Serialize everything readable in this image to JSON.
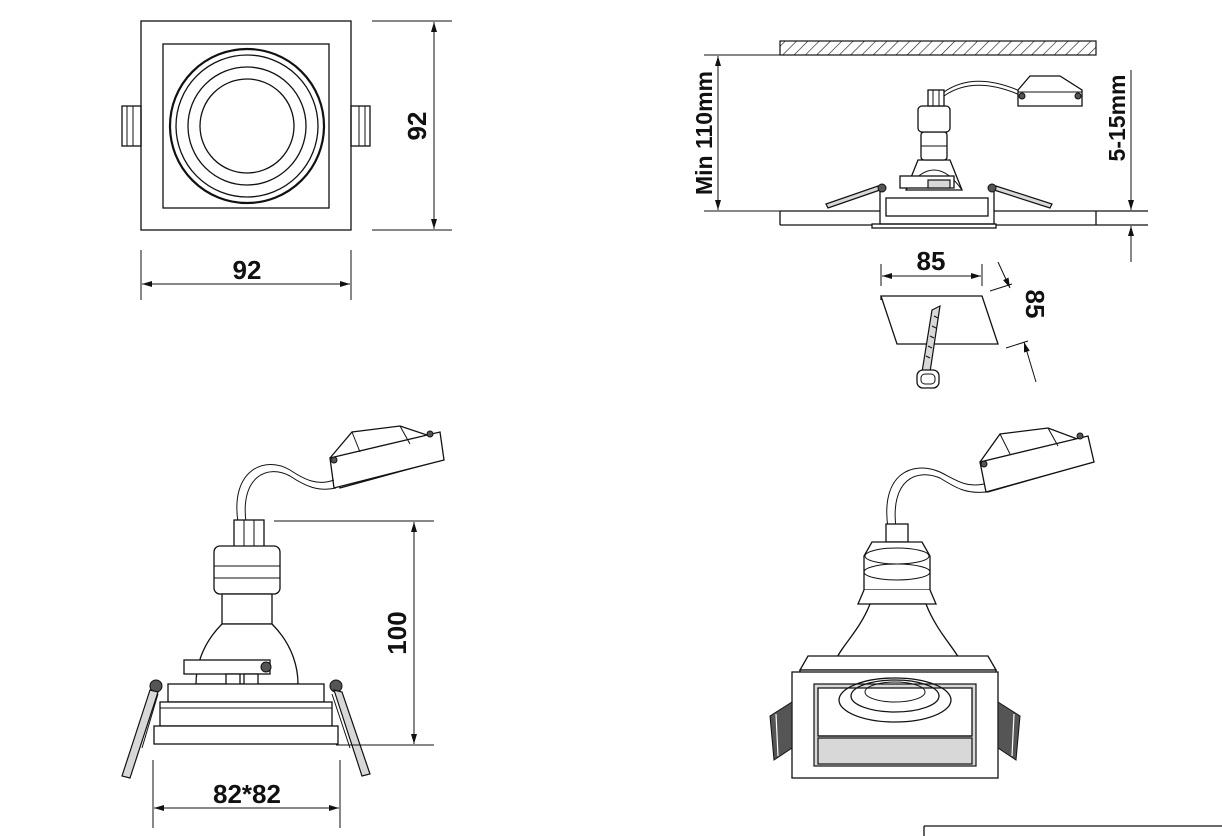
{
  "top_view": {
    "width_label": "92",
    "height_label": "92"
  },
  "side_view": {
    "min_depth_label": "Min 110mm",
    "ceiling_label": "5-15mm",
    "cutout_width_label": "85",
    "cutout_depth_label": "85"
  },
  "front_view": {
    "height_label": "100",
    "frame_label": "82*82"
  },
  "colors": {
    "line": "#111111",
    "background": "#ffffff",
    "shade": "#d8d8d8"
  }
}
